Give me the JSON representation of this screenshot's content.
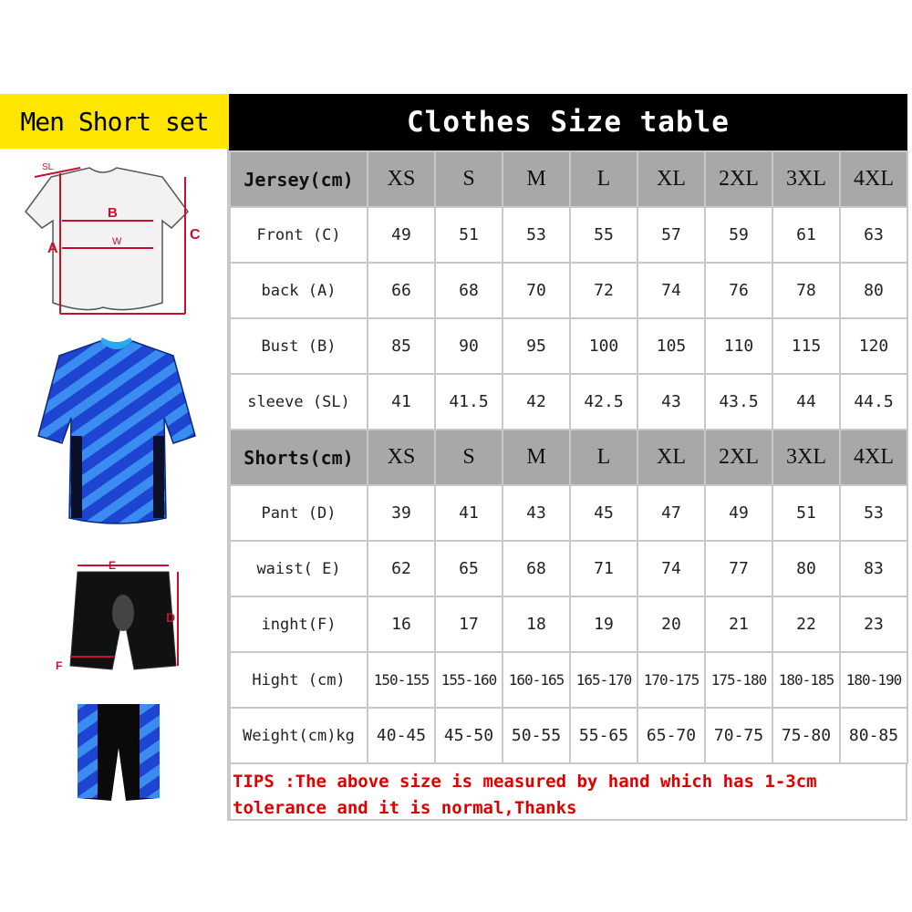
{
  "header": {
    "left_title": "Men Short set",
    "right_title": "Clothes Size table"
  },
  "colors": {
    "header_left_bg": "#ffe600",
    "header_right_bg": "#000000",
    "row_header_bg": "#a8a8a8",
    "tips_text": "#e00000",
    "jersey_blue": "#1f4fd8",
    "measure_red": "#c8102e"
  },
  "figures": {
    "jersey_diagram_labels": [
      "SL",
      "B",
      "W",
      "A",
      "C"
    ],
    "shorts_diagram_labels": [
      "E",
      "D",
      "F"
    ]
  },
  "jersey_table": {
    "header_label": "Jersey(cm)",
    "sizes": [
      "XS",
      "S",
      "M",
      "L",
      "XL",
      "2XL",
      "3XL",
      "4XL"
    ],
    "rows": [
      {
        "label": "Front (C)",
        "values": [
          "49",
          "51",
          "53",
          "55",
          "57",
          "59",
          "61",
          "63"
        ]
      },
      {
        "label": "back (A)",
        "values": [
          "66",
          "68",
          "70",
          "72",
          "74",
          "76",
          "78",
          "80"
        ]
      },
      {
        "label": "Bust (B)",
        "values": [
          "85",
          "90",
          "95",
          "100",
          "105",
          "110",
          "115",
          "120"
        ]
      },
      {
        "label": "sleeve (SL)",
        "values": [
          "41",
          "41.5",
          "42",
          "42.5",
          "43",
          "43.5",
          "44",
          "44.5"
        ]
      }
    ]
  },
  "shorts_table": {
    "header_label": "Shorts(cm)",
    "sizes": [
      "XS",
      "S",
      "M",
      "L",
      "XL",
      "2XL",
      "3XL",
      "4XL"
    ],
    "rows": [
      {
        "label": "Pant (D)",
        "values": [
          "39",
          "41",
          "43",
          "45",
          "47",
          "49",
          "51",
          "53"
        ]
      },
      {
        "label": "waist( E)",
        "values": [
          "62",
          "65",
          "68",
          "71",
          "74",
          "77",
          "80",
          "83"
        ]
      },
      {
        "label": "inght(F)",
        "values": [
          "16",
          "17",
          "18",
          "19",
          "20",
          "21",
          "22",
          "23"
        ]
      },
      {
        "label": "Hight (cm)",
        "values": [
          "150-155",
          "155-160",
          "160-165",
          "165-170",
          "170-175",
          "175-180",
          "180-185",
          "180-190"
        ]
      },
      {
        "label": "Weight(cm)kg",
        "values": [
          "40-45",
          "45-50",
          "50-55",
          "55-65",
          "65-70",
          "70-75",
          "75-80",
          "80-85"
        ]
      }
    ]
  },
  "tips": {
    "line1": "TIPS :The above size is measured by hand which has 1-3cm",
    "line2": "tolerance and it is normal,Thanks"
  }
}
